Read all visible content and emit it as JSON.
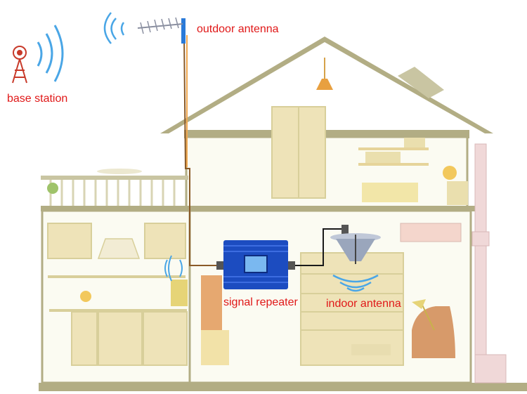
{
  "labels": {
    "base_station": "base station",
    "outdoor_antenna": "outdoor antenna",
    "signal_repeater": "signal repeater",
    "indoor_antenna": "indoor antenna"
  },
  "colors": {
    "label": "#e01818",
    "house_frame": "#b2ad84",
    "wall_fill": "#fbfbf2",
    "furniture": "#eee3b8",
    "repeater": "#1c4cc0",
    "signal_waves": "#4aa6e6",
    "cable": "#8a5a28",
    "tower": "#c83a2a"
  },
  "icons": [
    "signal-tower-icon",
    "yagi-antenna-icon",
    "repeater-device-icon",
    "ceiling-antenna-icon",
    "signal-wave-icon"
  ]
}
